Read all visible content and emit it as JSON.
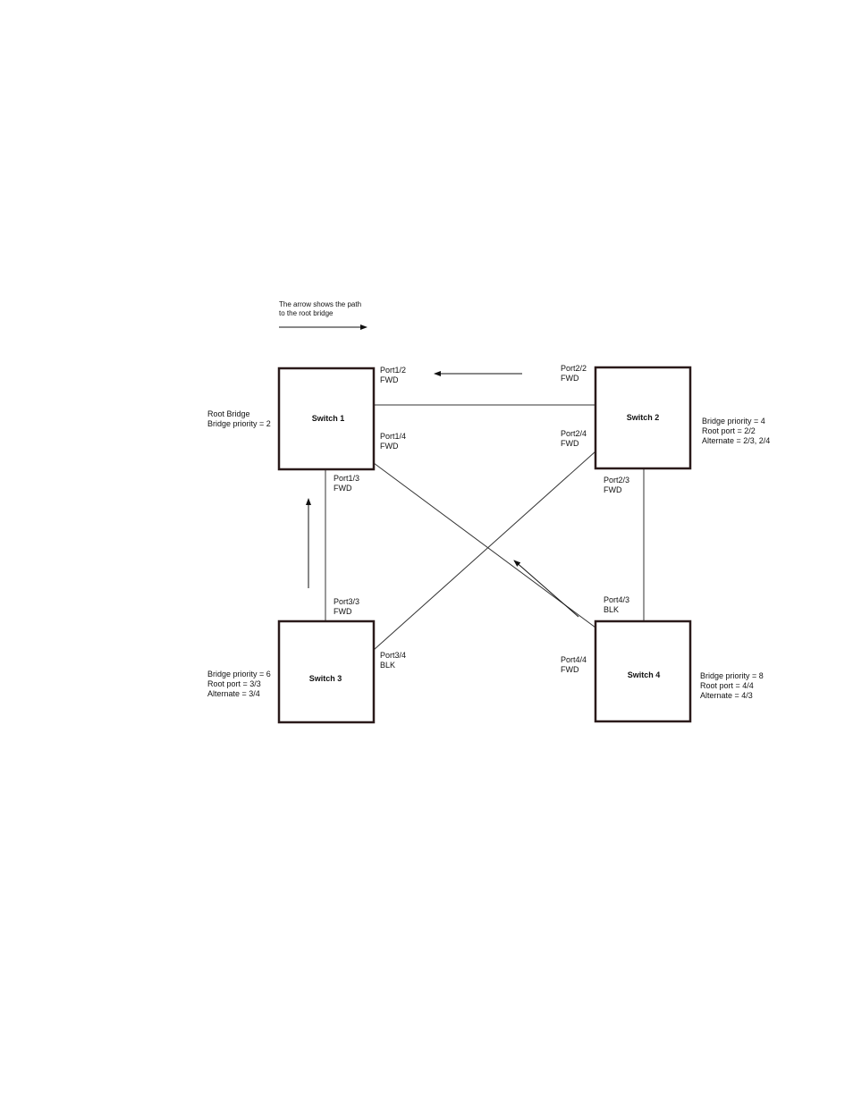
{
  "legend": {
    "line1": "The arrow shows the path",
    "line2": "to the root bridge"
  },
  "switches": {
    "s1": {
      "name": "Switch 1",
      "info": [
        "Root Bridge",
        "Bridge priority = 2"
      ]
    },
    "s2": {
      "name": "Switch 2",
      "info": [
        "Bridge priority = 4",
        "Root port = 2/2",
        "Alternate = 2/3, 2/4"
      ]
    },
    "s3": {
      "name": "Switch 3",
      "info": [
        "Bridge priority = 6",
        "Root port = 3/3",
        "Alternate = 3/4"
      ]
    },
    "s4": {
      "name": "Switch 4",
      "info": [
        "Bridge priority = 8",
        "Root port = 4/4",
        "Alternate = 4/3"
      ]
    }
  },
  "ports": {
    "p12": {
      "port": "Port1/2",
      "state": "FWD"
    },
    "p14": {
      "port": "Port1/4",
      "state": "FWD"
    },
    "p13": {
      "port": "Port1/3",
      "state": "FWD"
    },
    "p22": {
      "port": "Port2/2",
      "state": "FWD"
    },
    "p24": {
      "port": "Port2/4",
      "state": "FWD"
    },
    "p23": {
      "port": "Port2/3",
      "state": "FWD"
    },
    "p33": {
      "port": "Port3/3",
      "state": "FWD"
    },
    "p34": {
      "port": "Port3/4",
      "state": "BLK"
    },
    "p43": {
      "port": "Port4/3",
      "state": "BLK"
    },
    "p44": {
      "port": "Port4/4",
      "state": "FWD"
    }
  },
  "colors": {
    "box_border": "#2a1a1a",
    "line": "#333333"
  }
}
